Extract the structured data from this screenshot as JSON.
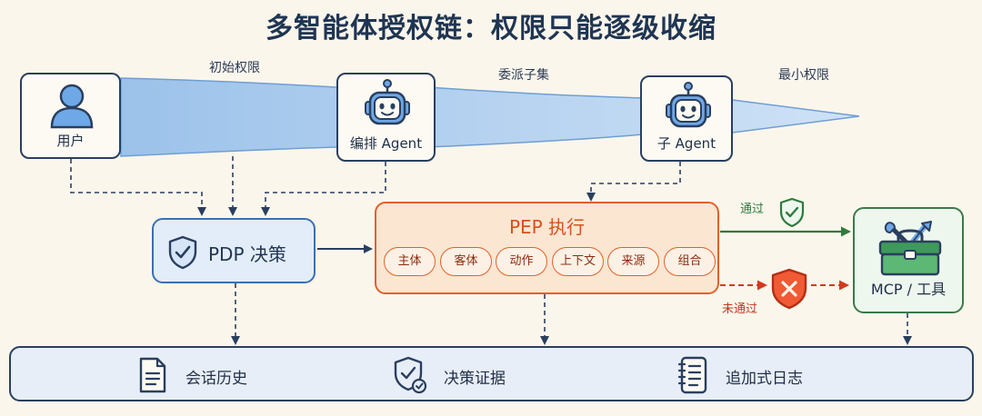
{
  "title": "多智能体授权链：权限只能逐级收缩",
  "stages": {
    "initial": "初始权限",
    "delegated": "委派子集",
    "minimal": "最小权限"
  },
  "actors": {
    "user": "用户",
    "orchestrator": "编排 Agent",
    "sub_agent": "子 Agent"
  },
  "pdp": {
    "label": "PDP 决策"
  },
  "pep": {
    "title": "PEP 执行",
    "checks": [
      "主体",
      "客体",
      "动作",
      "上下文",
      "来源",
      "组合"
    ]
  },
  "tool": {
    "label": "MCP / 工具"
  },
  "decisions": {
    "pass": "通过",
    "fail": "未通过"
  },
  "audit": {
    "items": [
      "会话历史",
      "决策证据",
      "追加式日志"
    ]
  },
  "colors": {
    "navy": "#2a3f5f",
    "blue": "#3c6fb0",
    "orange": "#e0622a",
    "green": "#2f7a3e",
    "red": "#d23a1e"
  }
}
